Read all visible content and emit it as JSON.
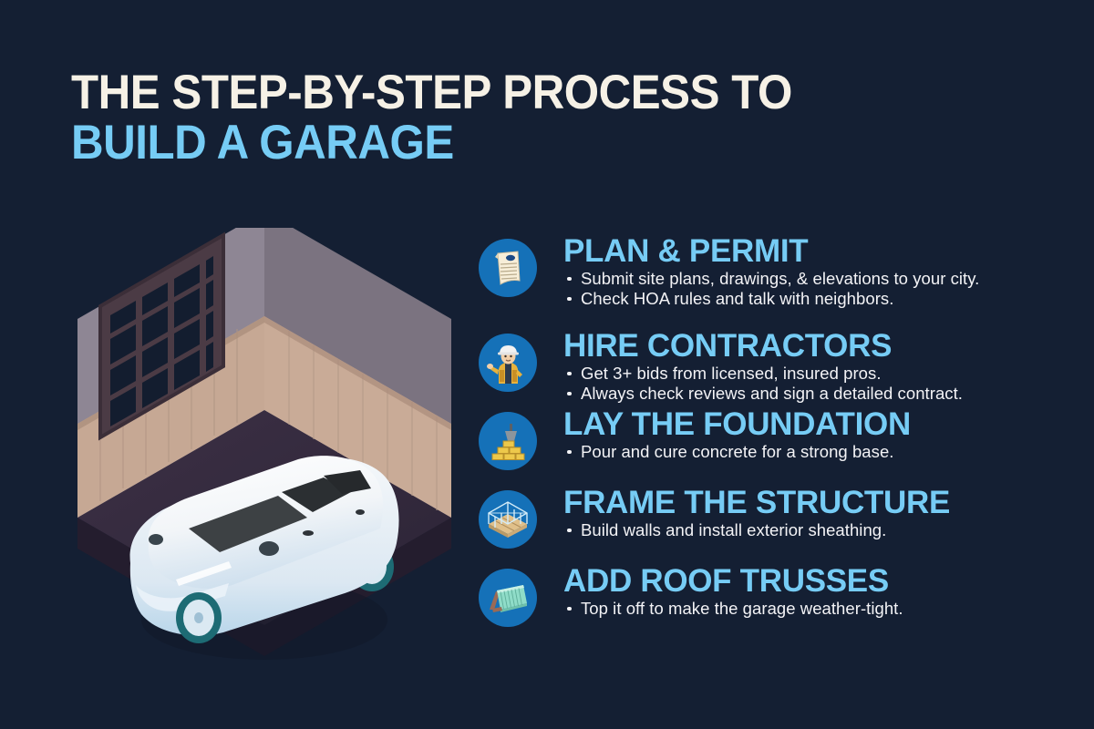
{
  "colors": {
    "background": "#141f33",
    "title_cream": "#f6f1e6",
    "accent_blue": "#76ccf5",
    "icon_circle": "#1571b8",
    "body_text": "#f3f3f6"
  },
  "heading": {
    "line1": "THE STEP-BY-STEP PROCESS TO",
    "line2": "BUILD A GARAGE"
  },
  "illustration": {
    "name": "isometric-garage-with-white-car",
    "alt": "Isometric 3D render of a white car parked inside a garage with a paneled garage door and wood-paneled walls"
  },
  "steps": [
    {
      "icon": "permit-document-icon",
      "title": "PLAN & PERMIT",
      "bullets": [
        "Submit site plans, drawings, & elevations to your city.",
        "Check HOA rules and talk with neighbors."
      ]
    },
    {
      "icon": "contractor-worker-icon",
      "title": "HIRE CONTRACTORS",
      "bullets": [
        "Get 3+ bids from licensed, insured pros.",
        "Always check reviews and sign a detailed contract."
      ]
    },
    {
      "icon": "brick-foundation-icon",
      "title": "LAY THE FOUNDATION",
      "bullets": [
        "Pour and cure concrete for a strong base."
      ]
    },
    {
      "icon": "house-frame-icon",
      "title": "FRAME THE STRUCTURE",
      "bullets": [
        "Build walls and install exterior sheathing."
      ]
    },
    {
      "icon": "roof-truss-icon",
      "title": "ADD ROOF TRUSSES",
      "bullets": [
        "Top it off to make the garage weather-tight."
      ]
    }
  ]
}
